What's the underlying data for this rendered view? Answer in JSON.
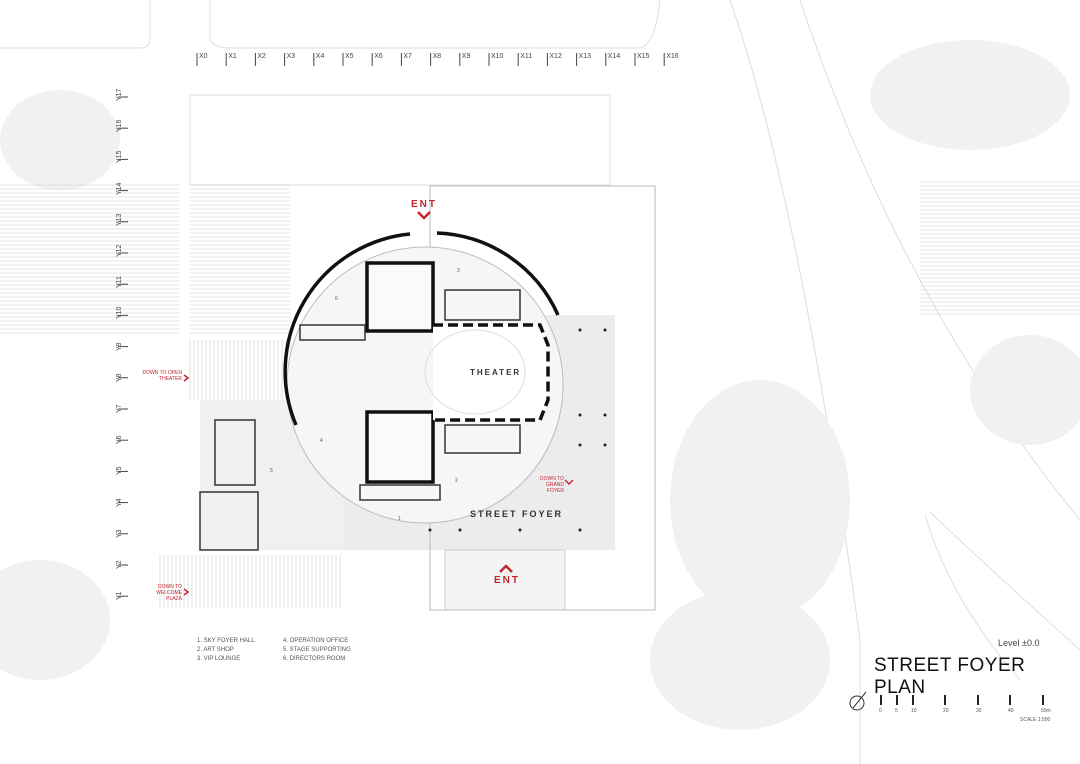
{
  "title": "STREET FOYER PLAN",
  "level": "Level ±0.0",
  "grid_x": [
    "X0",
    "X1",
    "X2",
    "X3",
    "X4",
    "X5",
    "X6",
    "X7",
    "X8",
    "X9",
    "X10",
    "X11",
    "X12",
    "X13",
    "X14",
    "X15",
    "X16"
  ],
  "grid_y": [
    "Y17",
    "Y16",
    "Y15",
    "Y14",
    "Y13",
    "Y12",
    "Y11",
    "Y10",
    "Y9",
    "Y8",
    "Y7",
    "Y6",
    "Y5",
    "Y4",
    "Y3",
    "Y2",
    "Y1"
  ],
  "rooms": {
    "theater": "THEATER",
    "street_foyer": "STREET FOYER"
  },
  "entrances": {
    "north": "ENT",
    "south": "ENT"
  },
  "directions": {
    "open_theater": "DOWN TO OPEN THEATER",
    "welcome_plaza": "DOWN TO WELCOME PLAZA",
    "grand_foyer": "DOWN TO GRAND FOYER"
  },
  "room_numbers": [
    "1",
    "2",
    "3",
    "4",
    "5",
    "6"
  ],
  "legend": [
    "1. SKY FOYER HALL",
    "2. ART SHOP",
    "3. VIP LOUNGE",
    "4. OPERATION OFFICE",
    "5. STAGE SUPPORTING",
    "6. DIRECTORS ROOM"
  ],
  "scale_bar": {
    "ticks": [
      "0",
      "5",
      "10",
      "20",
      "30",
      "40",
      "50m"
    ],
    "label": "SCALE 1:500"
  },
  "colors": {
    "accent": "#c4262e",
    "wall": "#111111",
    "floor": "#ececec"
  }
}
